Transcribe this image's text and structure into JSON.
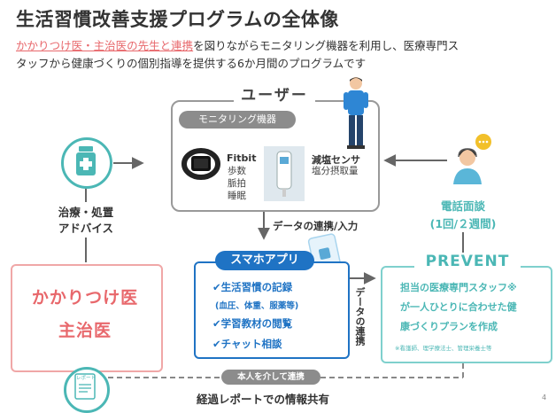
{
  "header": {
    "title": "生活習慣改善支援プログラムの全体像",
    "desc_highlight": "かかりつけ医・主治医の先生と連携",
    "desc_rest_line1": "を図りながらモニタリング機器を利用し、医療専門ス",
    "desc_line2": "タッフから健康づくりの個別指導を提供する6か月間のプログラムです"
  },
  "user": {
    "title": "ユーザー",
    "monitor_label": "モニタリング機器",
    "fitbit": {
      "name": "Fitbit",
      "line1": "歩数",
      "line2": "脈拍",
      "line3": "睡眠"
    },
    "salt": {
      "name": "減塩センサ",
      "line1": "塩分摂取量"
    }
  },
  "labels": {
    "data_link_input": "データの連携/入力",
    "treatment_line1": "治療・処置",
    "treatment_line2": "アドバイス",
    "phone_line1": "電話面談",
    "phone_line2": "(1回/２週間)",
    "data_link_vertical": "データの連携"
  },
  "doctor": {
    "line1": "かかりつけ医",
    "line2": "主治医"
  },
  "app": {
    "title": "スマホアプリ",
    "item1": "✔生活習慣の記録",
    "item1_sub": "(血圧、体重、服薬等)",
    "item2": "✔学習教材の閲覧",
    "item3": "✔チャット相談"
  },
  "prevent": {
    "title": "PREVENT",
    "line1": "担当の医療専門スタッフ※",
    "line2": "が一人ひとりに合わせた健",
    "line3": "康づくりプランを作成",
    "note": "※看護師、理学療法士、管理栄養士等"
  },
  "footer": {
    "via_user": "本人を介して連携",
    "share": "経過レポートでの情報共有",
    "report_icon_text": "レポート",
    "page": "4"
  },
  "colors": {
    "teal": "#4bb7b5",
    "blue": "#1f73c4",
    "pink": "#e8686c",
    "gray": "#8c8c8c"
  }
}
